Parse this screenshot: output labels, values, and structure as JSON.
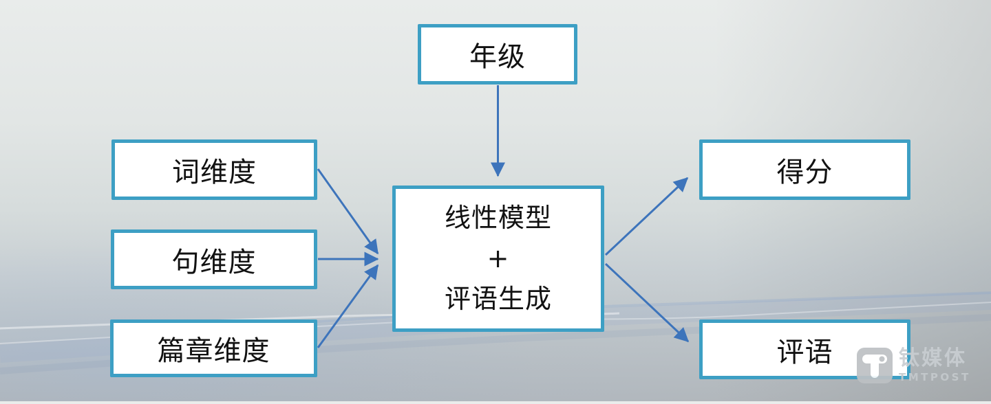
{
  "colors": {
    "box_border": "#3d9fc4",
    "box_fill": "#ffffff",
    "arrow": "#3d74bb",
    "text": "#121212"
  },
  "diagram": {
    "description_type": "flowchart",
    "nodes": {
      "grade": {
        "label": "年级"
      },
      "word_dimension": {
        "label": "词维度"
      },
      "sentence_dimension": {
        "label": "句维度"
      },
      "passage_dimension": {
        "label": "篇章维度"
      },
      "model": {
        "line1": "线性模型",
        "line2": "+",
        "line3": "评语生成"
      },
      "score": {
        "label": "得分"
      },
      "comment": {
        "label": "评语"
      }
    },
    "edges": [
      {
        "from": "grade",
        "to": "model"
      },
      {
        "from": "word_dimension",
        "to": "model"
      },
      {
        "from": "sentence_dimension",
        "to": "model"
      },
      {
        "from": "passage_dimension",
        "to": "model"
      },
      {
        "from": "model",
        "to": "score"
      },
      {
        "from": "model",
        "to": "comment"
      }
    ]
  },
  "watermark": {
    "name_cn": "钛媒体",
    "name_en": "TMTPOST"
  }
}
